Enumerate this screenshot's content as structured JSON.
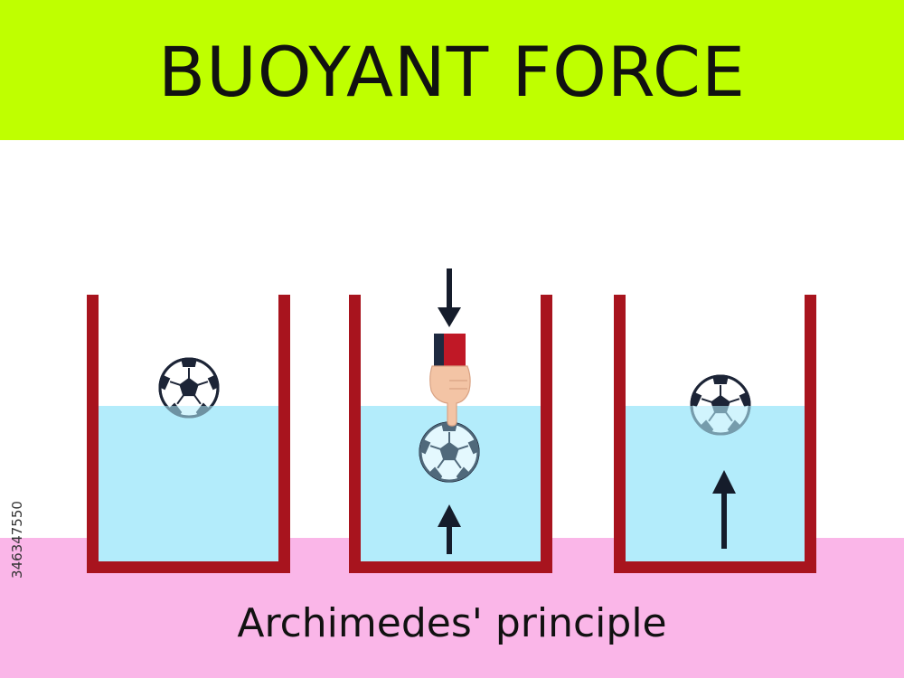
{
  "title": "BUOYANT FORCE",
  "caption": "Archimedes' principle",
  "stock_credit": "346347550",
  "colors": {
    "title_band": "#bfff00",
    "bottom_band": "#fab6e8",
    "container_wall": "#a8141e",
    "water": "#b3ecfb",
    "arrow": "#151c2b",
    "ball_patch": "#1c2436",
    "sleeve": "#c01826",
    "hand": "#f3c4a5"
  },
  "panels": [
    {
      "scene": "ball-floating",
      "arrows": []
    },
    {
      "scene": "ball-pushed-under-by-finger",
      "arrows": [
        "push-down",
        "buoyancy-up"
      ]
    },
    {
      "scene": "ball-floating-low",
      "arrows": [
        "buoyancy-up"
      ]
    }
  ]
}
